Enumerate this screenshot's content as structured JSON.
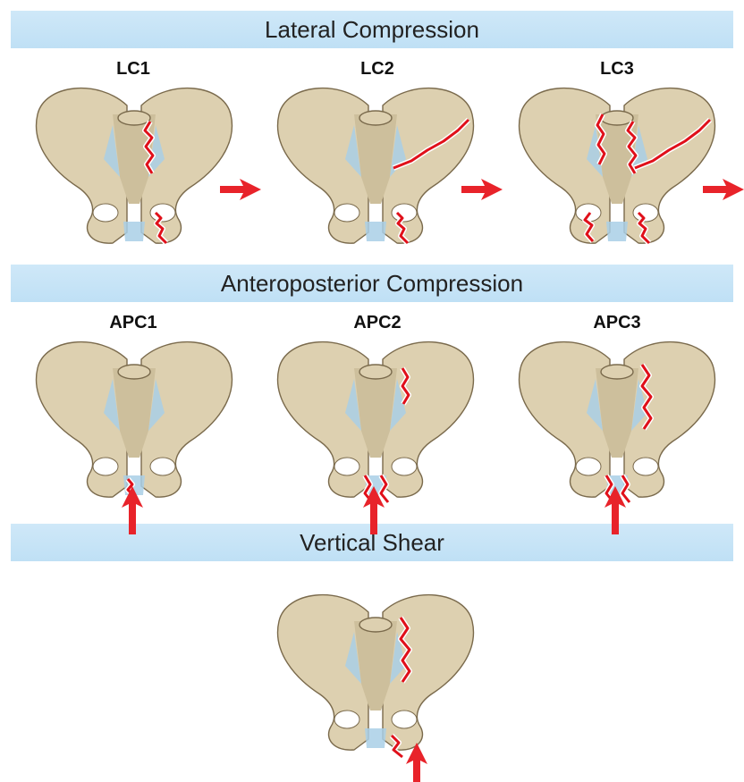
{
  "sections": [
    {
      "title": "Lateral Compression",
      "panels": [
        {
          "label": "LC1",
          "fractures": [
            "sacrum-right",
            "rami-right"
          ],
          "arrow": "right"
        },
        {
          "label": "LC2",
          "fractures": [
            "iliac-wing-right",
            "rami-right"
          ],
          "arrow": "right"
        },
        {
          "label": "LC3",
          "fractures": [
            "sacrum-right",
            "iliac-wing-right",
            "si-left",
            "rami-left",
            "rami-right"
          ],
          "arrow": "right"
        }
      ]
    },
    {
      "title": "Anteroposterior Compression",
      "panels": [
        {
          "label": "APC1",
          "fractures": [
            "symphysis"
          ],
          "arrow": "bottom"
        },
        {
          "label": "APC2",
          "fractures": [
            "symphysis-wide",
            "si-right-anterior"
          ],
          "arrow": "bottom"
        },
        {
          "label": "APC3",
          "fractures": [
            "symphysis-wide",
            "si-right-complete"
          ],
          "arrow": "bottom"
        }
      ]
    },
    {
      "title": "Vertical Shear",
      "panels": [
        {
          "label": "",
          "fractures": [
            "si-right-complete",
            "rami-right-shift"
          ],
          "arrow": "bottom-right"
        }
      ]
    }
  ],
  "colors": {
    "band": "#c7e4f6",
    "bone": "#ddd0b0",
    "ligament": "#a9cfe6",
    "fracture": "#e0101a",
    "arrow": "#e8232a"
  },
  "icons": {
    "arrow": "force-arrow-icon",
    "pelvis": "pelvis-icon"
  }
}
